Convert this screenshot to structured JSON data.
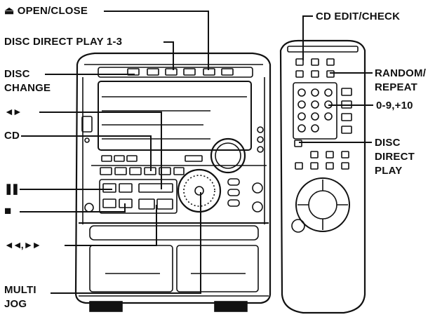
{
  "labels": {
    "open_close": "⏏ OPEN/CLOSE",
    "disc_direct_play_1_3": "DISC DIRECT PLAY 1-3",
    "disc_change_1": "DISC",
    "disc_change_2": "CHANGE",
    "skip": "◄►",
    "cd": "CD",
    "pause": "❚❚",
    "stop": "■",
    "search": "◄◄, ►►",
    "multi_jog_1": "MULTI",
    "multi_jog_2": "JOG",
    "cd_edit_check": "CD EDIT/CHECK",
    "random_repeat_1": "RANDOM/",
    "random_repeat_2": "REPEAT",
    "numbers": "0-9,+10",
    "disc_direct_play_r1": "DISC",
    "disc_direct_play_r2": "DIRECT",
    "disc_direct_play_r3": "PLAY"
  },
  "icons": {
    "stereo": "stereo-unit-icon",
    "remote": "remote-control-icon"
  },
  "colors": {
    "ink": "#111111",
    "paper": "#ffffff"
  }
}
